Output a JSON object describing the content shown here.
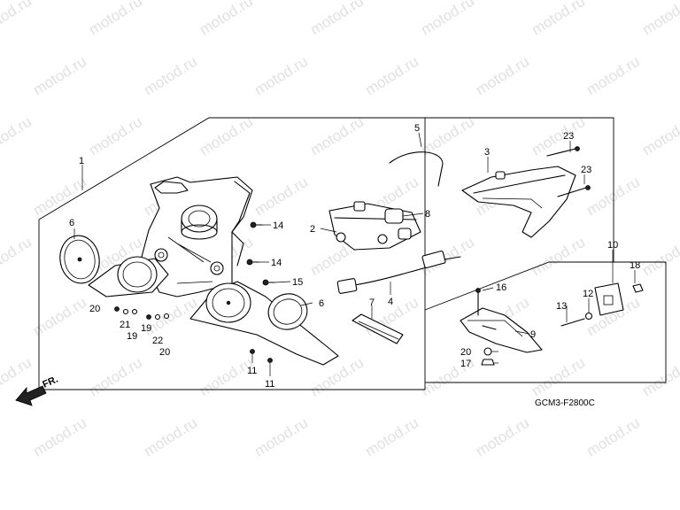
{
  "diagram": {
    "callouts": [
      "1",
      "2",
      "3",
      "4",
      "5",
      "6",
      "6",
      "7",
      "8",
      "9",
      "10",
      "11",
      "11",
      "12",
      "13",
      "14",
      "14",
      "15",
      "16",
      "17",
      "18",
      "19",
      "19",
      "20",
      "20",
      "20",
      "21",
      "22",
      "23",
      "23"
    ],
    "direction_label": "FR.",
    "diagram_code": "GCM3-F2800C",
    "watermark": "motod.ru"
  }
}
